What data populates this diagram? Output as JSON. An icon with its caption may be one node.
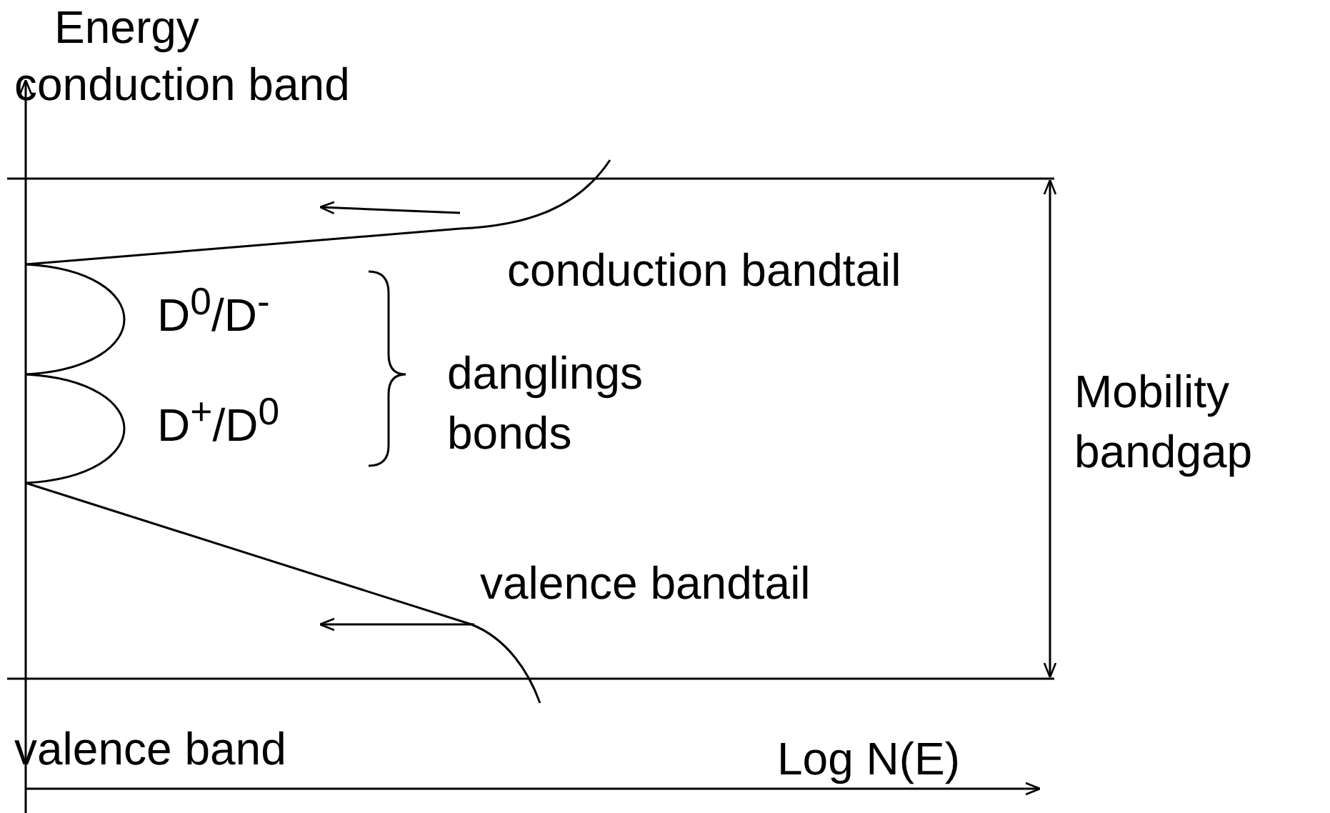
{
  "diagram": {
    "labels": [
      "Energy",
      "conduction band",
      "conduction bandtail",
      "D$^{0}$/D$^{-}$",
      "danglings bonds",
      "D$^{+}$/D$^{0}$",
      "Mobility bandgap",
      "valence bandtail",
      "valence band",
      "Log N(E)"
    ]
  }
}
